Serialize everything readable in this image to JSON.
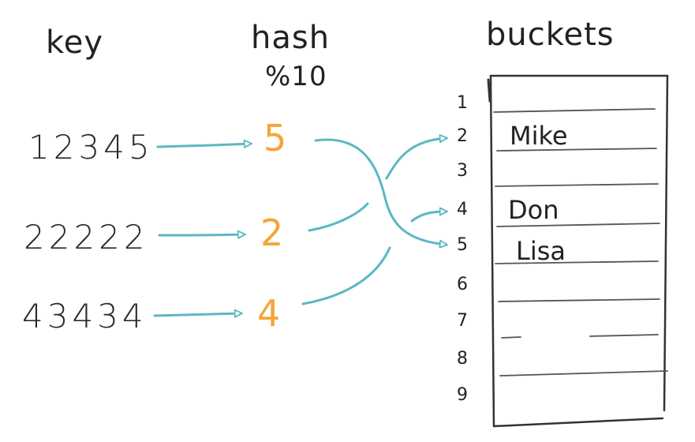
{
  "headers": {
    "key": "key",
    "hash_line1": "hash",
    "hash_line2": "%10",
    "buckets": "buckets"
  },
  "entries": [
    {
      "key": "12345",
      "hash": "5"
    },
    {
      "key": "22222",
      "hash": "2"
    },
    {
      "key": "43434",
      "hash": "4"
    }
  ],
  "bucket_indices": [
    "1",
    "2",
    "3",
    "4",
    "5",
    "6",
    "7",
    "8",
    "9"
  ],
  "bucket_names": {
    "2": "Mike",
    "4": "Don",
    "5": "Lisa"
  },
  "colors": {
    "arrow": "#5ab8c2",
    "hash": "#f4a53a",
    "ink": "#222222"
  }
}
